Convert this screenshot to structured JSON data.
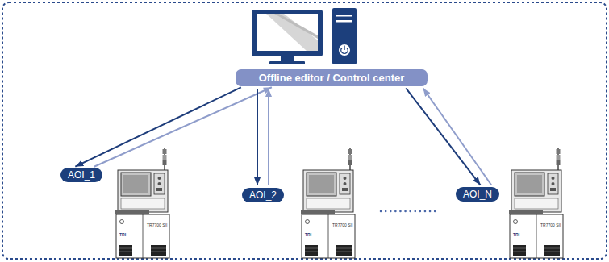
{
  "diagram": {
    "nodes": [
      {
        "text": [
          "Offline editor / Control center"
        ]
      },
      {
        "text": [
          "AOI_1"
        ]
      },
      {
        "text": [
          "AOI_2"
        ]
      },
      {
        "text": [
          "AOI_N"
        ]
      }
    ],
    "edges": [
      {
        "from": 0,
        "to": 1,
        "arrow": "to"
      },
      {
        "from": 1,
        "to": 0,
        "arrow": "to"
      },
      {
        "from": 0,
        "to": 2,
        "arrow": "to"
      },
      {
        "from": 2,
        "to": 0,
        "arrow": "to"
      },
      {
        "from": 0,
        "to": 3,
        "arrow": "to"
      },
      {
        "from": 3,
        "to": 0,
        "arrow": "to"
      }
    ],
    "labels": [
      "TR7700 SII",
      "TRI",
      "TR7700 SII",
      "TRI",
      "TR7700 SII",
      "TRI"
    ]
  }
}
